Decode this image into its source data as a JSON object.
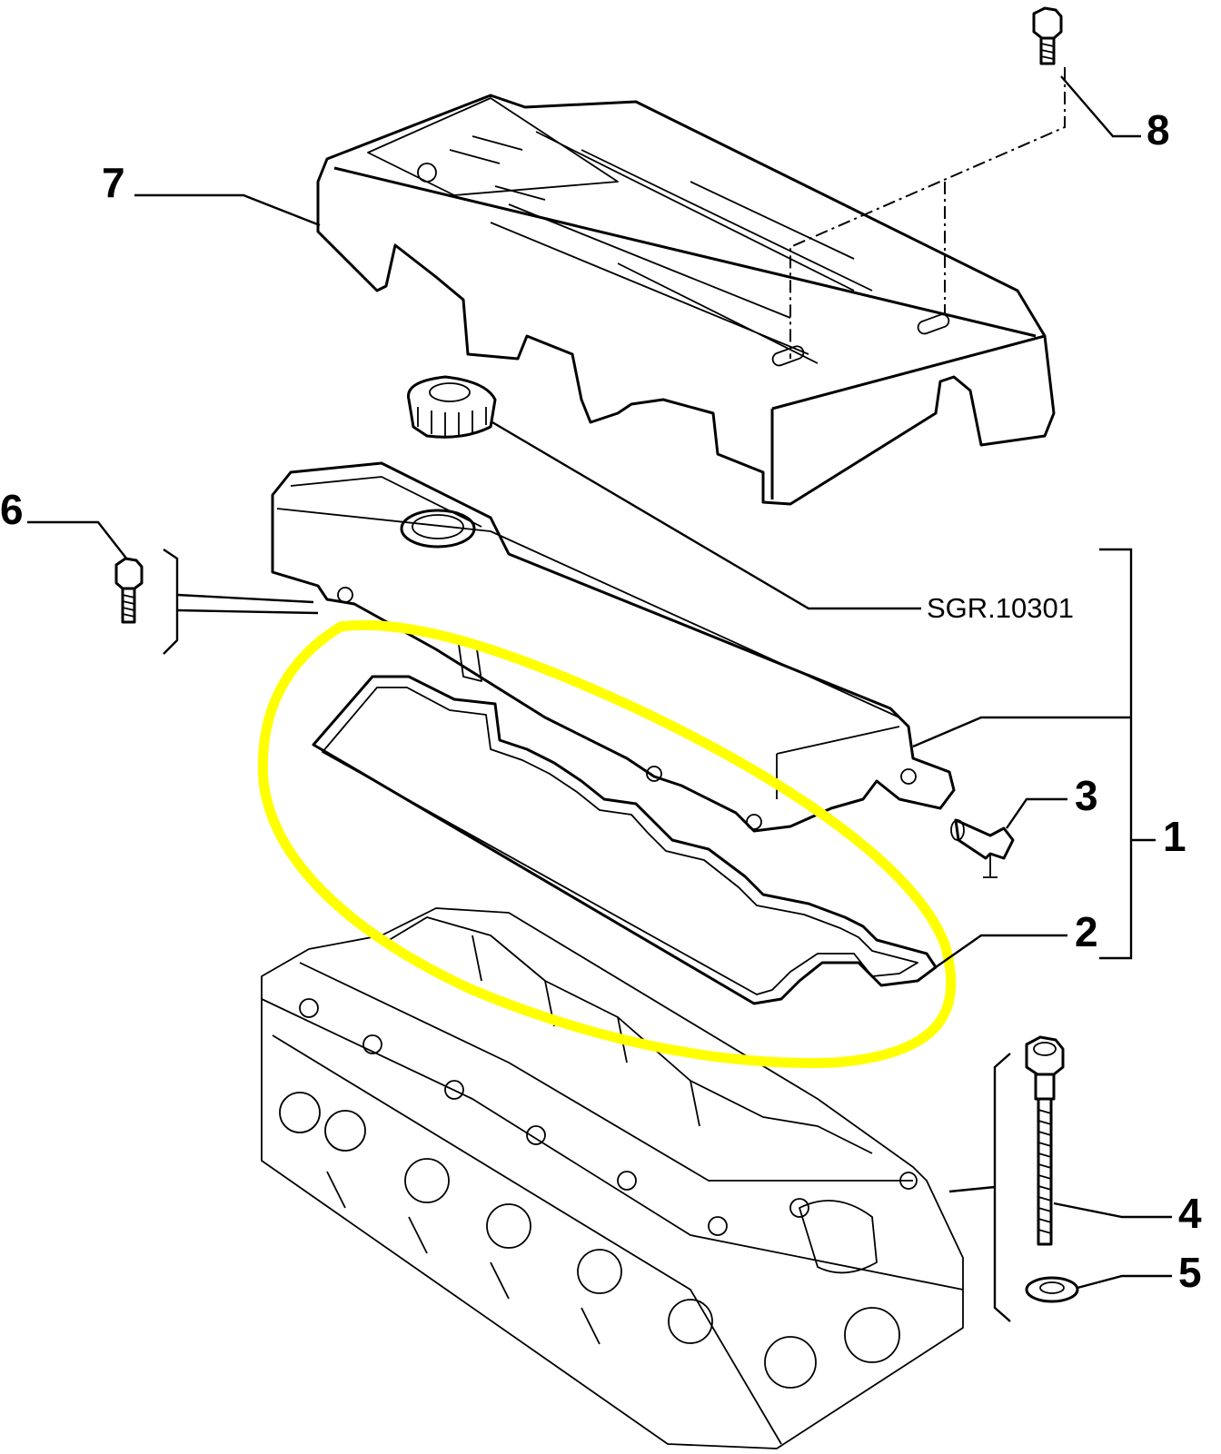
{
  "diagram": {
    "callouts": [
      {
        "id": "1",
        "label": "1"
      },
      {
        "id": "2",
        "label": "2"
      },
      {
        "id": "3",
        "label": "3"
      },
      {
        "id": "4",
        "label": "4"
      },
      {
        "id": "5",
        "label": "5"
      },
      {
        "id": "6",
        "label": "6"
      },
      {
        "id": "7",
        "label": "7"
      },
      {
        "id": "8",
        "label": "8"
      }
    ],
    "reference_code": "SGR.10301",
    "colors": {
      "line": "#000000",
      "background": "#ffffff",
      "highlight": "#ffff00"
    },
    "highlighted_part": "2"
  }
}
